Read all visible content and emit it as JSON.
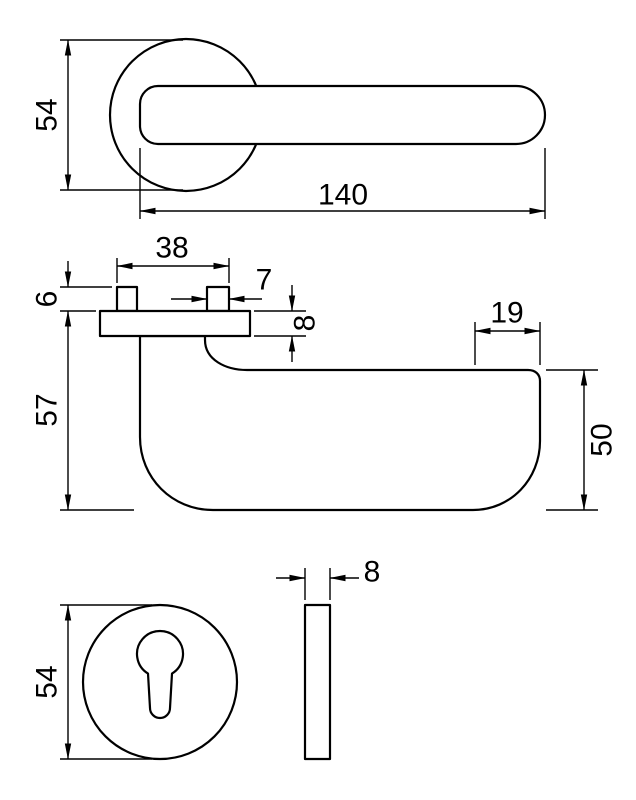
{
  "drawing": {
    "type": "technical-dimension-drawing",
    "subject": "door lever handle with round rosettes",
    "top_view": {
      "rosette_diameter": "54",
      "handle_length": "140"
    },
    "side_view": {
      "pin_spacing": "38",
      "pin_height": "6",
      "pin_width": "7",
      "plate_thickness": "8",
      "handle_drop": "57",
      "grip_end_width": "19",
      "grip_end_height": "50"
    },
    "bottom_view": {
      "rosette_diameter": "54",
      "profile_thickness": "8"
    }
  },
  "colors": {
    "line": "#000000",
    "background": "#ffffff"
  }
}
